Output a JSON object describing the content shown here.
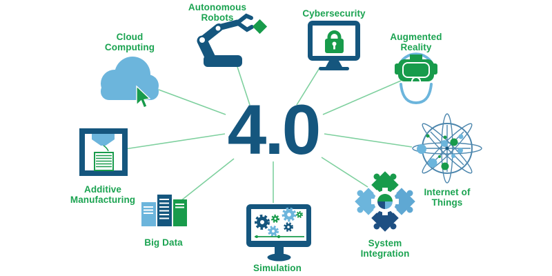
{
  "diagram": {
    "title_concept": "Industry 4.0 technologies",
    "center": {
      "label": "4.0"
    },
    "nodes": [
      {
        "id": "cloud-computing",
        "label": "Cloud Computing",
        "icon": "cloud-icon"
      },
      {
        "id": "autonomous-robots",
        "label": "Autonomous Robots",
        "icon": "robot-arm-icon"
      },
      {
        "id": "cybersecurity",
        "label": "Cybersecurity",
        "icon": "monitor-padlock-icon"
      },
      {
        "id": "augmented-reality",
        "label": "Augmented Reality",
        "icon": "vr-headset-icon"
      },
      {
        "id": "internet-of-things",
        "label": "Internet of Things",
        "icon": "network-sphere-icon"
      },
      {
        "id": "system-integration",
        "label": "System Integration",
        "icon": "puzzle-gear-icon"
      },
      {
        "id": "simulation",
        "label": "Simulation",
        "icon": "monitor-gears-icon"
      },
      {
        "id": "big-data",
        "label": "Big Data",
        "icon": "server-bars-icon"
      },
      {
        "id": "additive-manufacturing",
        "label": "Additive Manufacturing",
        "icon": "printer-3d-icon"
      }
    ],
    "colors": {
      "dark_blue": "#15567E",
      "navy_blue": "#1E4F82",
      "light_blue": "#6CB5DC",
      "medium_blue": "#5FA8D3",
      "steel_blue_outline": "#4C86AD",
      "green": "#189B4B",
      "text_green": "#1BA351",
      "line_green": "#7ED09E",
      "background": "#FFFFFF"
    }
  }
}
